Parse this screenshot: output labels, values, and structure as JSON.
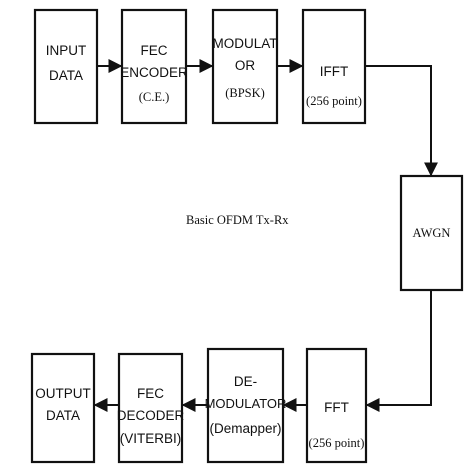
{
  "caption": "Basic OFDM Tx-Rx",
  "blocks": {
    "input_data": {
      "line1": "INPUT",
      "line2": "DATA"
    },
    "fec_encoder": {
      "line1": "FEC",
      "line2": "ENCODER",
      "line3": "(C.E.)"
    },
    "modulator": {
      "line1": "MODULAT",
      "line2": "OR",
      "line3": "(BPSK)"
    },
    "ifft": {
      "line1": "IFFT",
      "line2": "(256 point)"
    },
    "awgn": {
      "line1": "AWGN"
    },
    "fft": {
      "line1": "FFT",
      "line2": "(256 point)"
    },
    "demodulator": {
      "line1": "DE-",
      "line2": "MODULATOR",
      "line3": "(Demapper)"
    },
    "fec_decoder": {
      "line1": "FEC",
      "line2": "DECODER",
      "line3": "(VITERBI)"
    },
    "output_data": {
      "line1": "OUTPUT",
      "line2": "DATA"
    }
  }
}
